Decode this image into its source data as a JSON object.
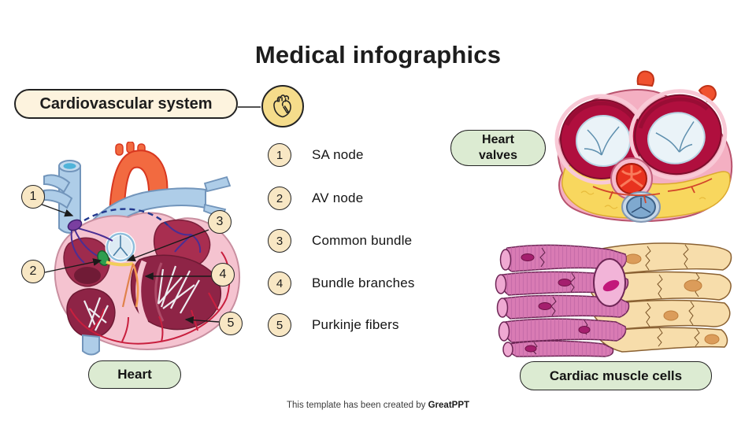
{
  "title": "Medical infographics",
  "tag": {
    "label": "Cardiovascular system",
    "icon": "anatomical-heart"
  },
  "legend": {
    "items": [
      {
        "num": "1",
        "label": "SA node"
      },
      {
        "num": "2",
        "label": "AV node"
      },
      {
        "num": "3",
        "label": "Common bundle"
      },
      {
        "num": "4",
        "label": "Bundle branches"
      },
      {
        "num": "5",
        "label": "Purkinje fibers"
      }
    ]
  },
  "callouts": [
    "1",
    "2",
    "3",
    "4",
    "5"
  ],
  "captions": {
    "heart": "Heart",
    "heart_valves": "Heart valves",
    "cardiac_muscle": "Cardiac muscle cells"
  },
  "footer": {
    "prefix": "This template has been created by",
    "brand": "GreatPPT"
  },
  "colors": {
    "ink": "#1d1d1d",
    "cream": "#fdf3de",
    "cream-circle": "#f8e7c4",
    "yellow": "#f5dc8b",
    "green": "#dcebd2",
    "line": "#232323"
  }
}
